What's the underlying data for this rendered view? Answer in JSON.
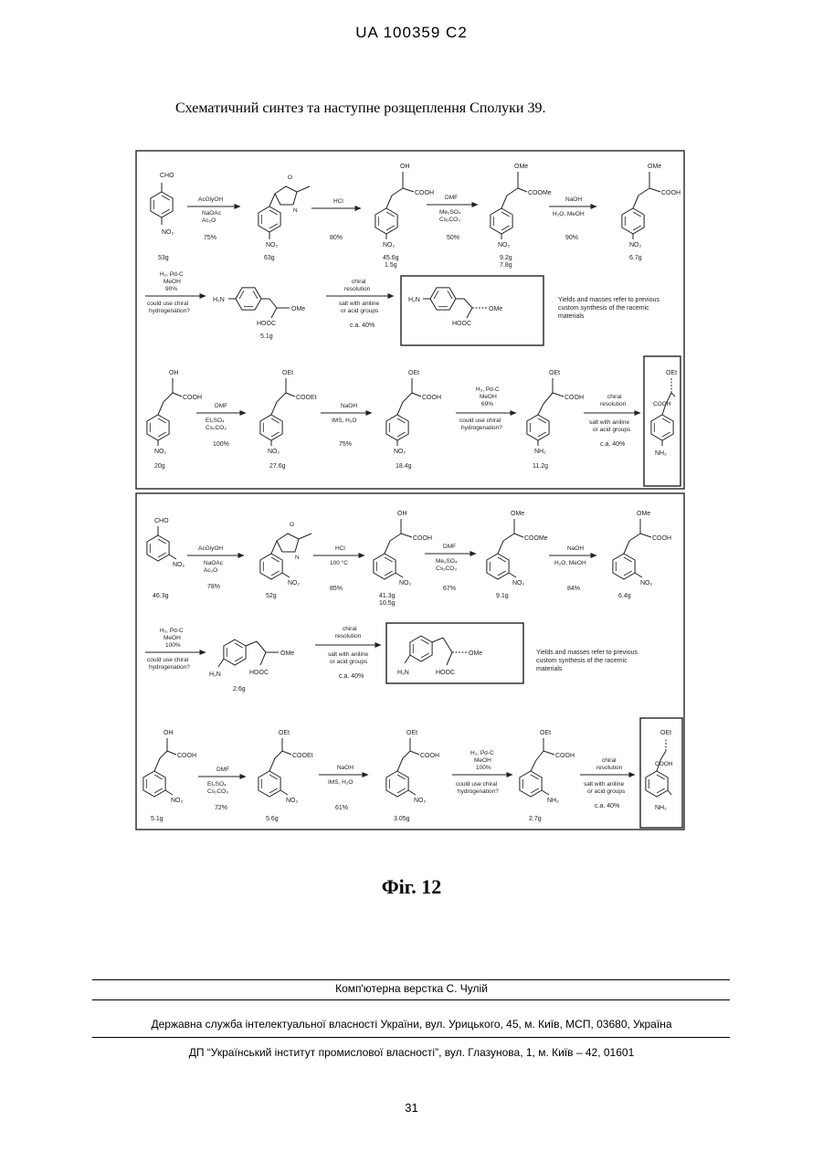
{
  "header": {
    "doc_number": "UA   100359   C2"
  },
  "caption": "Схематичний синтез та  наступне розщеплення Сполуки 39.",
  "figure_label": "Фіг. 12",
  "scheme": {
    "r1": {
      "sm_group": "CHO",
      "sm_no2": "NO₂",
      "sm_mass": "53g",
      "a1_top": "AcGlyOH",
      "a1_bot1": "NaOAc",
      "a1_bot2": "Ac₂O",
      "a1_yield": "75%",
      "p1_no2": "NO₂",
      "p1_mass": "63g",
      "a2_top": "HCl",
      "a2_yield": "80%",
      "p2_group": "OH",
      "p2_acid": "COOH",
      "p2_no2": "NO₂",
      "p2_mass1": "45.6g",
      "p2_mass2": "1.5g",
      "a3_top": "DMF",
      "a3_bot1": "Me₂SO₄",
      "a3_bot2": "Cs₂CO₃",
      "a3_yield": "50%",
      "p3_group": "OMe",
      "p3_ester": "COOMe",
      "p3_no2": "NO₂",
      "p3_mass1": "9.2g",
      "p3_mass2": "7.8g",
      "a4_top": "NaOH",
      "a4_bot": "H₂O, MeOH",
      "a4_yield": "90%",
      "p4_group": "OMe",
      "p4_acid": "COOH",
      "p4_no2": "NO₂",
      "p4_mass": "6.7g"
    },
    "r2": {
      "a_top1": "H₂, Pd-C",
      "a_top2": "MeOH",
      "a_top3": "90%",
      "a_bot1": "could use chiral",
      "a_bot2": "hydrogenation?",
      "amine": "H₂N",
      "p_ome": "OMe",
      "p_acid": "HOOC",
      "p_mass": "5.1g",
      "res_top1": "chiral",
      "res_top2": "resolution",
      "res_bot1": "salt with aniline",
      "res_bot2": "or acid groups",
      "res_yield": "c.a. 40%",
      "box_amine": "H₂N",
      "box_ome": "OMe",
      "box_acid": "HOOC",
      "note1": "Yields and masses refer to previous",
      "note2": "custom synthesis of the racemic",
      "note3": "materials"
    },
    "r3": {
      "sm_group": "OH",
      "sm_acid": "COOH",
      "sm_no2": "NO₂",
      "sm_mass": "20g",
      "a1_top": "DMF",
      "a1_bot1": "Et₂SO₄",
      "a1_bot2": "Cs₂CO₃",
      "a1_yield": "100%",
      "p1_group": "OEt",
      "p1_ester": "COOEt",
      "p1_no2": "NO₂",
      "p1_mass": "27.6g",
      "a2_top": "NaOH",
      "a2_bot": "IMS, H₂O",
      "a2_yield": "75%",
      "p2_group": "OEt",
      "p2_acid": "COOH",
      "p2_no2": "NO₂",
      "p2_mass": "18.4g",
      "a3_top1": "H₂, Pd-C",
      "a3_top2": "MeOH",
      "a3_top3": "69%",
      "a3_bot1": "could use chiral",
      "a3_bot2": "hydrogenation?",
      "p3_group": "OEt",
      "p3_acid": "COOH",
      "p3_nh2": "NH₂",
      "p3_mass": "11.2g",
      "a4_top1": "chiral",
      "a4_top2": "resolution",
      "a4_bot1": "salt with aniline",
      "a4_bot2": "or acid groups",
      "a4_yield": "c.a. 40%",
      "box_group": "OEt",
      "box_acid": "COOH",
      "box_nh2": "NH₂"
    },
    "r4": {
      "sm_group": "CHO",
      "sm_no2": "NO₂",
      "sm_mass": "46.3g",
      "a1_top": "AcGlyOH",
      "a1_bot1": "NaOAc",
      "a1_bot2": "Ac₂O",
      "a1_yield": "78%",
      "p1_no2": "NO₂",
      "p1_mass": "52g",
      "a2_top": "HCl",
      "a2_bot": "100 °C",
      "a2_yield": "85%",
      "p2_group": "OH",
      "p2_acid": "COOH",
      "p2_no2": "NO₂",
      "p2_mass1": "41.3g",
      "p2_mass2": "10.5g",
      "a3_top": "DMF",
      "a3_bot1": "Me₂SO₄",
      "a3_bot2": "Cs₂CO₃",
      "a3_yield": "67%",
      "p3_group": "OMe",
      "p3_ester": "COOMe",
      "p3_no2": "NO₂",
      "p3_mass": "9.1g",
      "a4_top": "NaOH",
      "a4_bot": "H₂O, MeOH",
      "a4_yield": "84%",
      "p4_group": "OMe",
      "p4_acid": "COOH",
      "p4_no2": "NO₂",
      "p4_mass": "6.4g"
    },
    "r5": {
      "a_top1": "H₂, Pd-C",
      "a_top2": "MeOH",
      "a_top3": "100%",
      "a_bot1": "could use chiral",
      "a_bot2": "hydrogenation?",
      "amine": "H₂N",
      "p_ome": "OMe",
      "p_acid": "HOOC",
      "p_mass": "2.6g",
      "res_top1": "chiral",
      "res_top2": "resolution",
      "res_bot1": "salt with aniline",
      "res_bot2": "or acid groups",
      "res_yield": "c.a. 40%",
      "box_amine": "H₂N",
      "box_ome": "OMe",
      "box_acid": "HOOC",
      "note1": "Yields and masses refer to previous",
      "note2": "custom synthesis of the racemic",
      "note3": "materials"
    },
    "r6": {
      "sm_group": "OH",
      "sm_acid": "COOH",
      "sm_no2": "NO₂",
      "sm_mass": "5.1g",
      "a1_top": "DMF",
      "a1_bot1": "Et₂SO₄",
      "a1_bot2": "Cs₂CO₃",
      "a1_yield": "72%",
      "p1_group": "OEt",
      "p1_ester": "COOEt",
      "p1_no2": "NO₂",
      "p1_mass": "5.6g",
      "a2_top": "NaOH",
      "a2_bot": "IMS, H₂O",
      "a2_yield": "61%",
      "p2_group": "OEt",
      "p2_acid": "COOH",
      "p2_no2": "NO₂",
      "p2_mass": "3.05g",
      "a3_top1": "H₂, Pd-C",
      "a3_top2": "MeOH",
      "a3_top3": "100%",
      "a3_bot1": "could use chiral",
      "a3_bot2": "hydrogenation?",
      "p3_group": "OEt",
      "p3_acid": "COOH",
      "p3_nh2": "NH₂",
      "p3_mass": "2.7g",
      "a4_top1": "chiral",
      "a4_top2": "resolution",
      "a4_bot1": "salt with aniline",
      "a4_bot2": "or acid groups",
      "a4_yield": "c.a. 40%",
      "box_group": "OEt",
      "box_acid": "COOH",
      "box_nh2": "NH₂"
    }
  },
  "footer": {
    "layout_credit": "Комп'ютерна верстка С. Чулій",
    "agency": "Державна служба інтелектуальної власності України, вул. Урицького, 45, м. Київ, МСП, 03680, Україна",
    "institute": "ДП “Український інститут промислової власності”, вул. Глазунова, 1, м. Київ – 42, 01601",
    "page_number": "31"
  }
}
